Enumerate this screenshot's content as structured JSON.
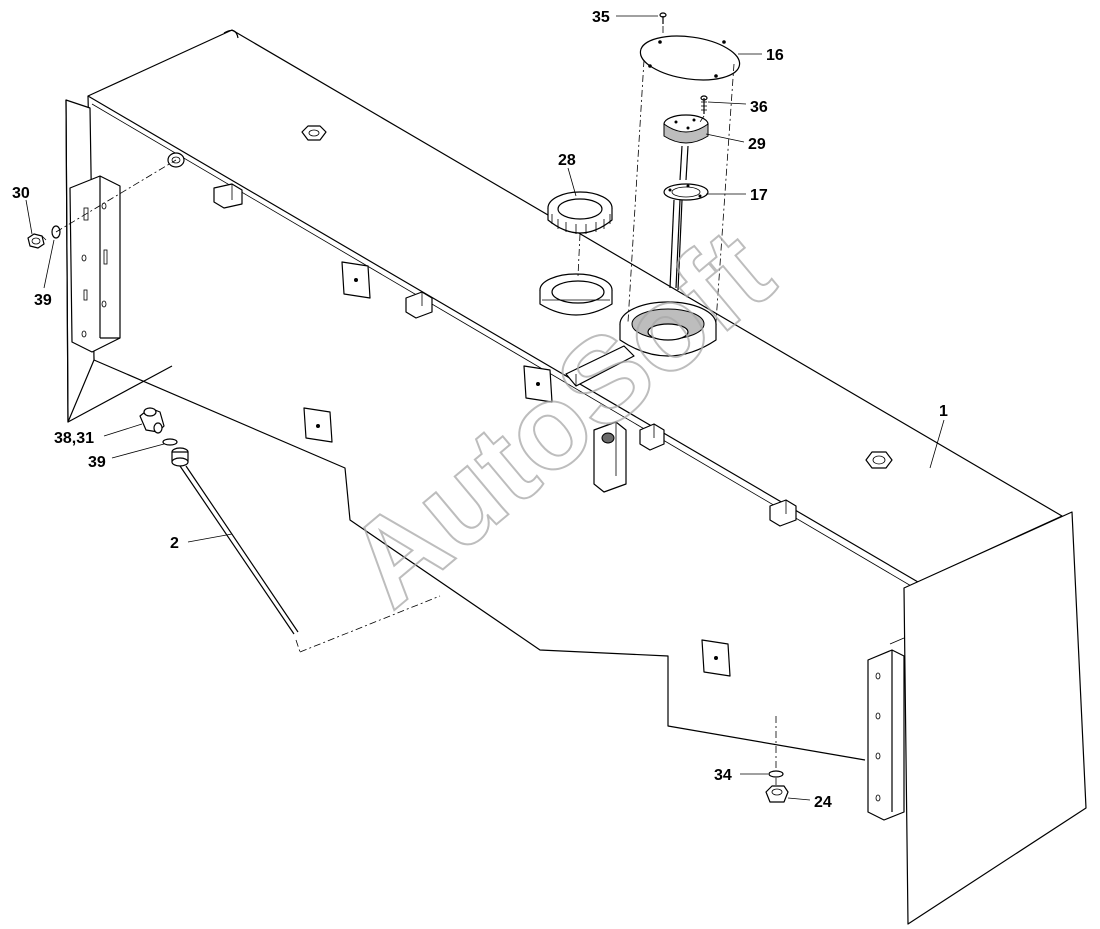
{
  "diagram": {
    "watermark": "AutoSoft",
    "callouts": {
      "c35": "35",
      "c16": "16",
      "c36": "36",
      "c29": "29",
      "c28": "28",
      "c17": "17",
      "c30": "30",
      "c39a": "39",
      "c1": "1",
      "c3831": "38,31",
      "c39b": "39",
      "c2": "2",
      "c34": "34",
      "c24": "24"
    }
  }
}
